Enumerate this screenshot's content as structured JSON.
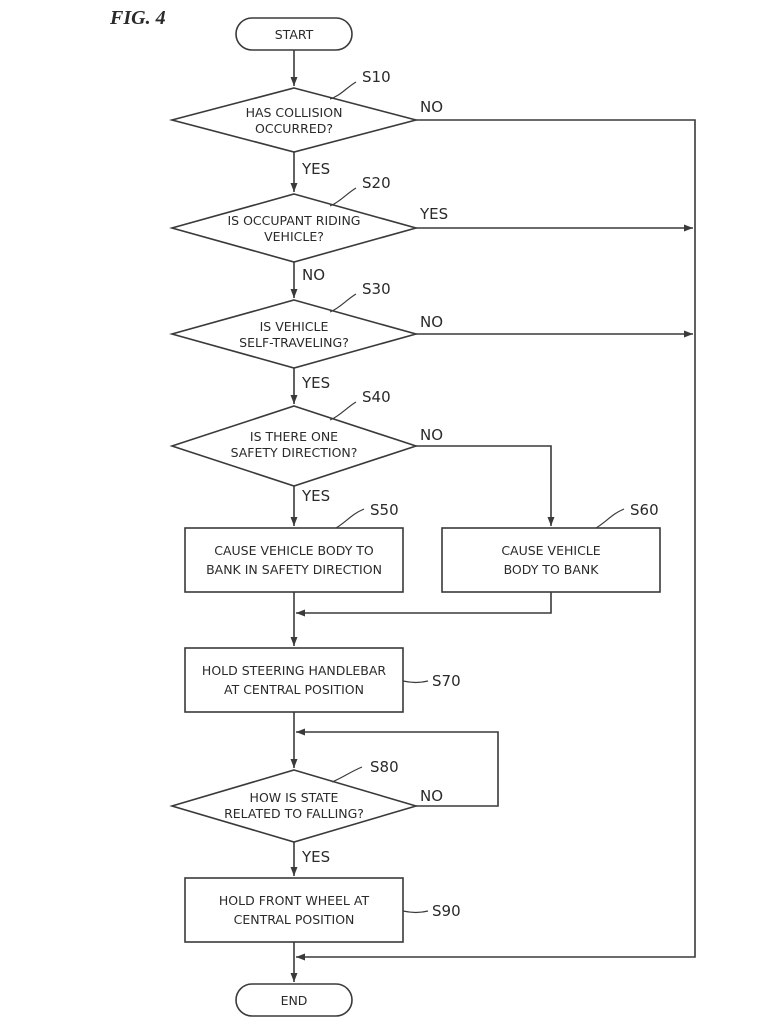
{
  "figure_label": "FIG. 4",
  "terminals": {
    "start": "START",
    "end": "END"
  },
  "steps": {
    "s10": {
      "id": "S10",
      "lines": [
        "HAS COLLISION",
        "OCCURRED?"
      ],
      "branch_side": "NO",
      "branch_down": "YES"
    },
    "s20": {
      "id": "S20",
      "lines": [
        "IS OCCUPANT RIDING",
        "VEHICLE?"
      ],
      "branch_side": "YES",
      "branch_down": "NO"
    },
    "s30": {
      "id": "S30",
      "lines": [
        "IS VEHICLE",
        "SELF-TRAVELING?"
      ],
      "branch_side": "NO",
      "branch_down": "YES"
    },
    "s40": {
      "id": "S40",
      "lines": [
        "IS THERE ONE",
        "SAFETY DIRECTION?"
      ],
      "branch_side": "NO",
      "branch_down": "YES"
    },
    "s50": {
      "id": "S50",
      "lines": [
        "CAUSE VEHICLE BODY TO",
        "BANK IN SAFETY DIRECTION"
      ]
    },
    "s60": {
      "id": "S60",
      "lines": [
        "CAUSE VEHICLE",
        "BODY TO BANK"
      ]
    },
    "s70": {
      "id": "S70",
      "lines": [
        "HOLD STEERING HANDLEBAR",
        "AT CENTRAL POSITION"
      ]
    },
    "s80": {
      "id": "S80",
      "lines": [
        "HOW IS STATE",
        "RELATED TO FALLING?"
      ],
      "branch_side": "NO",
      "branch_down": "YES"
    },
    "s90": {
      "id": "S90",
      "lines": [
        "HOLD FRONT WHEEL AT",
        "CENTRAL POSITION"
      ]
    }
  }
}
